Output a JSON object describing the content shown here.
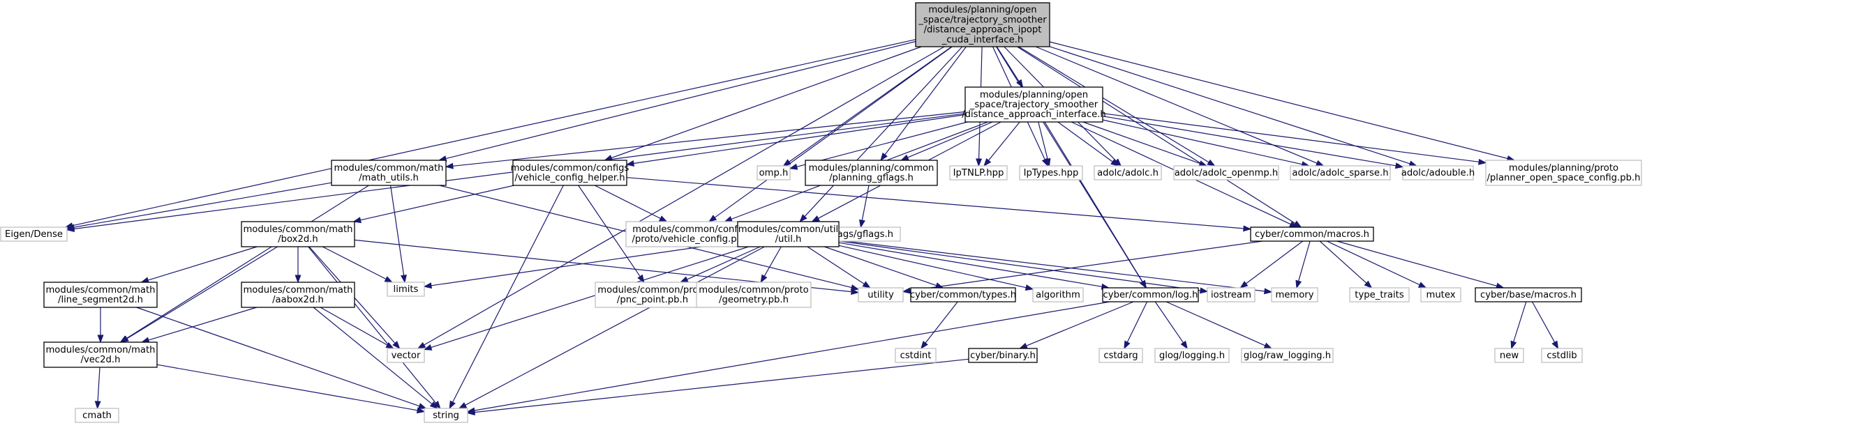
{
  "colors": {
    "edge": "#191970",
    "root_fill": "#bfbfbf",
    "doc_stroke": "#000000",
    "ext_stroke": "#bfbfbf",
    "node_fill": "#ffffff",
    "text": "#000000"
  },
  "nodes": [
    {
      "id": "root",
      "kind": "root",
      "lines": [
        "modules/planning/open",
        "_space/trajectory_smoother",
        "/distance_approach_ipopt",
        "_cuda_interface.h"
      ]
    },
    {
      "id": "dai",
      "kind": "doc",
      "lines": [
        "modules/planning/open",
        "_space/trajectory_smoother",
        "/distance_approach_interface.h"
      ]
    },
    {
      "id": "math_utils",
      "kind": "doc",
      "lines": [
        "modules/common/math",
        "/math_utils.h"
      ]
    },
    {
      "id": "vch",
      "kind": "doc",
      "lines": [
        "modules/common/configs",
        "/vehicle_config_helper.h"
      ]
    },
    {
      "id": "omp",
      "kind": "ext",
      "lines": [
        "omp.h"
      ]
    },
    {
      "id": "pgflags",
      "kind": "doc",
      "lines": [
        "modules/planning/common",
        "/planning_gflags.h"
      ]
    },
    {
      "id": "iptnlp",
      "kind": "ext",
      "lines": [
        "IpTNLP.hpp"
      ]
    },
    {
      "id": "iptypes",
      "kind": "ext",
      "lines": [
        "IpTypes.hpp"
      ]
    },
    {
      "id": "adolc",
      "kind": "ext",
      "lines": [
        "adolc/adolc.h"
      ]
    },
    {
      "id": "adolc_openmp",
      "kind": "ext",
      "lines": [
        "adolc/adolc_openmp.h"
      ]
    },
    {
      "id": "adolc_sparse",
      "kind": "ext",
      "lines": [
        "adolc/adolc_sparse.h"
      ]
    },
    {
      "id": "adouble",
      "kind": "ext",
      "lines": [
        "adolc/adouble.h"
      ]
    },
    {
      "id": "posc",
      "kind": "ext",
      "lines": [
        "modules/planning/proto",
        "/planner_open_space_config.pb.h"
      ]
    },
    {
      "id": "eigen",
      "kind": "ext",
      "lines": [
        "Eigen/Dense"
      ]
    },
    {
      "id": "vcpb",
      "kind": "ext",
      "lines": [
        "modules/common/configs",
        "/proto/vehicle_config.pb.h"
      ]
    },
    {
      "id": "gflags",
      "kind": "ext",
      "lines": [
        "gflags/gflags.h"
      ]
    },
    {
      "id": "util",
      "kind": "doc",
      "lines": [
        "modules/common/util",
        "/util.h"
      ]
    },
    {
      "id": "cmacros",
      "kind": "doc",
      "lines": [
        "cyber/common/macros.h"
      ]
    },
    {
      "id": "box2d",
      "kind": "doc",
      "lines": [
        "modules/common/math",
        "/box2d.h"
      ]
    },
    {
      "id": "limits",
      "kind": "ext",
      "lines": [
        "limits"
      ]
    },
    {
      "id": "lseg",
      "kind": "doc",
      "lines": [
        "modules/common/math",
        "/line_segment2d.h"
      ]
    },
    {
      "id": "aabox",
      "kind": "doc",
      "lines": [
        "modules/common/math",
        "/aabox2d.h"
      ]
    },
    {
      "id": "pnc",
      "kind": "ext",
      "lines": [
        "modules/common/proto",
        "/pnc_point.pb.h"
      ]
    },
    {
      "id": "geom",
      "kind": "ext",
      "lines": [
        "modules/common/proto",
        "/geometry.pb.h"
      ]
    },
    {
      "id": "utility",
      "kind": "ext",
      "lines": [
        "utility"
      ]
    },
    {
      "id": "types",
      "kind": "doc",
      "lines": [
        "cyber/common/types.h"
      ]
    },
    {
      "id": "algorithm",
      "kind": "ext",
      "lines": [
        "algorithm"
      ]
    },
    {
      "id": "log",
      "kind": "doc",
      "lines": [
        "cyber/common/log.h"
      ]
    },
    {
      "id": "iostream",
      "kind": "ext",
      "lines": [
        "iostream"
      ]
    },
    {
      "id": "memory",
      "kind": "ext",
      "lines": [
        "memory"
      ]
    },
    {
      "id": "type_traits",
      "kind": "ext",
      "lines": [
        "type_traits"
      ]
    },
    {
      "id": "mutex",
      "kind": "ext",
      "lines": [
        "mutex"
      ]
    },
    {
      "id": "bmacros",
      "kind": "doc",
      "lines": [
        "cyber/base/macros.h"
      ]
    },
    {
      "id": "vec2d",
      "kind": "doc",
      "lines": [
        "modules/common/math",
        "/vec2d.h"
      ]
    },
    {
      "id": "vector",
      "kind": "ext",
      "lines": [
        "vector"
      ]
    },
    {
      "id": "cstdint",
      "kind": "ext",
      "lines": [
        "cstdint"
      ]
    },
    {
      "id": "binary",
      "kind": "doc",
      "lines": [
        "cyber/binary.h"
      ]
    },
    {
      "id": "cstdarg",
      "kind": "ext",
      "lines": [
        "cstdarg"
      ]
    },
    {
      "id": "glog",
      "kind": "ext",
      "lines": [
        "glog/logging.h"
      ]
    },
    {
      "id": "glog_raw",
      "kind": "ext",
      "lines": [
        "glog/raw_logging.h"
      ]
    },
    {
      "id": "new",
      "kind": "ext",
      "lines": [
        "new"
      ]
    },
    {
      "id": "cstdlib",
      "kind": "ext",
      "lines": [
        "cstdlib"
      ]
    },
    {
      "id": "cmath",
      "kind": "ext",
      "lines": [
        "cmath"
      ]
    },
    {
      "id": "string",
      "kind": "ext",
      "lines": [
        "string"
      ]
    }
  ],
  "edges": [
    [
      "root",
      "dai"
    ],
    [
      "root",
      "math_utils"
    ],
    [
      "root",
      "vch"
    ],
    [
      "root",
      "omp"
    ],
    [
      "root",
      "pgflags"
    ],
    [
      "root",
      "iptnlp"
    ],
    [
      "root",
      "iptypes"
    ],
    [
      "root",
      "adolc"
    ],
    [
      "root",
      "adolc_openmp"
    ],
    [
      "root",
      "adolc_sparse"
    ],
    [
      "root",
      "adouble"
    ],
    [
      "root",
      "posc"
    ],
    [
      "root",
      "eigen"
    ],
    [
      "root",
      "vcpb"
    ],
    [
      "root",
      "util"
    ],
    [
      "root",
      "cmacros"
    ],
    [
      "root",
      "log"
    ],
    [
      "root",
      "vector"
    ],
    [
      "dai",
      "math_utils"
    ],
    [
      "dai",
      "vch"
    ],
    [
      "dai",
      "omp"
    ],
    [
      "dai",
      "pgflags"
    ],
    [
      "dai",
      "iptnlp"
    ],
    [
      "dai",
      "iptypes"
    ],
    [
      "dai",
      "adolc"
    ],
    [
      "dai",
      "adolc_openmp"
    ],
    [
      "dai",
      "adolc_sparse"
    ],
    [
      "dai",
      "adouble"
    ],
    [
      "dai",
      "posc"
    ],
    [
      "dai",
      "eigen"
    ],
    [
      "dai",
      "vcpb"
    ],
    [
      "dai",
      "util"
    ],
    [
      "dai",
      "cmacros"
    ],
    [
      "dai",
      "log"
    ],
    [
      "math_utils",
      "eigen"
    ],
    [
      "math_utils",
      "limits"
    ],
    [
      "math_utils",
      "utility"
    ],
    [
      "math_utils",
      "vec2d"
    ],
    [
      "vch",
      "box2d"
    ],
    [
      "vch",
      "vcpb"
    ],
    [
      "vch",
      "pnc"
    ],
    [
      "vch",
      "cmacros"
    ],
    [
      "vch",
      "string"
    ],
    [
      "pgflags",
      "gflags"
    ],
    [
      "util",
      "limits"
    ],
    [
      "util",
      "pnc"
    ],
    [
      "util",
      "geom"
    ],
    [
      "util",
      "utility"
    ],
    [
      "util",
      "types"
    ],
    [
      "util",
      "algorithm"
    ],
    [
      "util",
      "log"
    ],
    [
      "util",
      "iostream"
    ],
    [
      "util",
      "memory"
    ],
    [
      "util",
      "vector"
    ],
    [
      "util",
      "string"
    ],
    [
      "cmacros",
      "utility"
    ],
    [
      "cmacros",
      "iostream"
    ],
    [
      "cmacros",
      "memory"
    ],
    [
      "cmacros",
      "type_traits"
    ],
    [
      "cmacros",
      "mutex"
    ],
    [
      "cmacros",
      "bmacros"
    ],
    [
      "box2d",
      "limits"
    ],
    [
      "box2d",
      "lseg"
    ],
    [
      "box2d",
      "aabox"
    ],
    [
      "box2d",
      "vec2d"
    ],
    [
      "box2d",
      "vector"
    ],
    [
      "box2d",
      "string"
    ],
    [
      "box2d",
      "utility"
    ],
    [
      "lseg",
      "vec2d"
    ],
    [
      "lseg",
      "string"
    ],
    [
      "aabox",
      "vec2d"
    ],
    [
      "aabox",
      "vector"
    ],
    [
      "aabox",
      "string"
    ],
    [
      "types",
      "cstdint"
    ],
    [
      "log",
      "binary"
    ],
    [
      "log",
      "cstdarg"
    ],
    [
      "log",
      "glog"
    ],
    [
      "log",
      "glog_raw"
    ],
    [
      "log",
      "string"
    ],
    [
      "bmacros",
      "new"
    ],
    [
      "bmacros",
      "cstdlib"
    ],
    [
      "vec2d",
      "cmath"
    ],
    [
      "vec2d",
      "string"
    ],
    [
      "binary",
      "string"
    ]
  ]
}
